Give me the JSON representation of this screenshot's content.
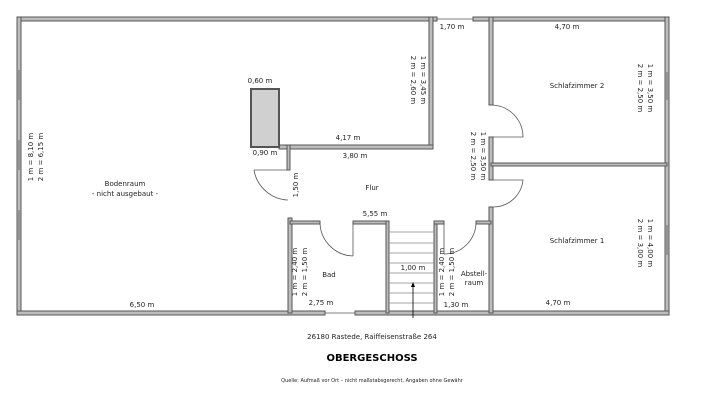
{
  "plan": {
    "rooms": {
      "bodenraum": {
        "name": "Bodenraum",
        "note": "- nicht ausgebaut -",
        "dim1": "1 m = 8,10 m",
        "dim2": "2 m = 6,15 m",
        "width": "6,50 m"
      },
      "chimney": {
        "top": "0,60 m",
        "bottom": "0,90 m"
      },
      "upper_room": {
        "dim1": "1 m = 3,45 m",
        "dim2": "2 m = 2,60 m",
        "width": "4,17 m"
      },
      "flur": {
        "name": "Flur",
        "width": "3,80 m",
        "side": "1,50 m",
        "lower": "5,55 m",
        "opening": "1,70 m"
      },
      "schlafzimmer2": {
        "name": "Schlafzimmer 2",
        "width": "4,70 m",
        "dim1": "1 m = 3,50 m",
        "dim2": "2 m = 2,50 m"
      },
      "corridor_right": {
        "dim1": "1 m = 3,50 m",
        "dim2": "2 m = 2,50 m"
      },
      "schlafzimmer1": {
        "name": "Schlafzimmer 1",
        "width": "4,70 m",
        "dim1": "1 m = 4,00 m",
        "dim2": "2 m = 3,00 m"
      },
      "bad": {
        "name": "Bad",
        "width": "2,75 m",
        "dim1": "1 m = 2,40 m",
        "dim2": "2 m = 1,50 m"
      },
      "stairs": {
        "width": "1,00 m"
      },
      "abstellraum": {
        "name1": "Abstell-",
        "name2": "raum",
        "width": "1,30 m",
        "dim1": "1 m = 2,40 m",
        "dim2": "2 m = 1,50 m"
      }
    }
  },
  "footer": {
    "address": "26180 Rastede, Raiffeisenstraße 264",
    "title": "OBERGESCHOSS",
    "source": "Quelle: Aufmaß vor Ort – nicht maßstabsgerecht, Angaben ohne Gewähr"
  }
}
